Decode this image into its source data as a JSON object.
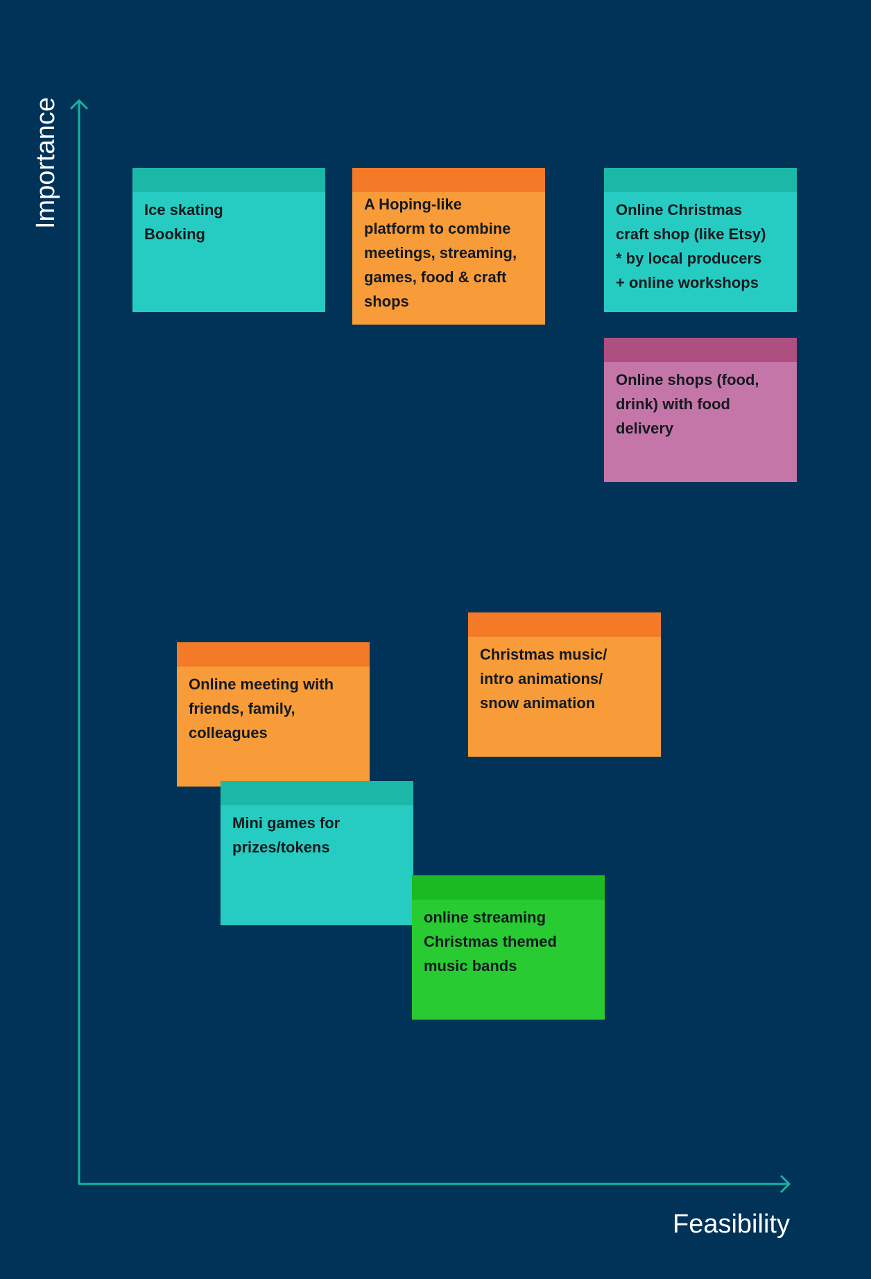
{
  "axes": {
    "y_label": "Importance",
    "x_label": "Feasibility",
    "color": "#16b3a3"
  },
  "colors": {
    "background": "#003357",
    "teal": "#26ccc1",
    "orange": "#f89c3a",
    "pink": "#c576a8",
    "green": "#28cc32"
  },
  "notes": [
    {
      "id": "ice",
      "color": "teal",
      "text": "Ice skating\nBooking"
    },
    {
      "id": "hoping",
      "color": "orange",
      "text": "A Hoping-like\nplatform to combine\nmeetings, streaming,\ngames, food & craft\nshops"
    },
    {
      "id": "etsy",
      "color": "teal",
      "text": "Online  Christmas\ncraft shop (like Etsy)\n* by local producers\n+ online workshops"
    },
    {
      "id": "foodshops",
      "color": "pink",
      "text": "Online shops (food,\ndrink) with food\ndelivery"
    },
    {
      "id": "music",
      "color": "orange",
      "text": "Christmas music/\nintro animations/\nsnow animation"
    },
    {
      "id": "meeting",
      "color": "orange",
      "text": "Online meeting with\nfriends, family,\ncolleagues"
    },
    {
      "id": "games",
      "color": "teal",
      "text": "Mini games for\nprizes/tokens"
    },
    {
      "id": "streaming",
      "color": "green",
      "text": "online streaming\nChristmas themed\nmusic bands"
    }
  ]
}
